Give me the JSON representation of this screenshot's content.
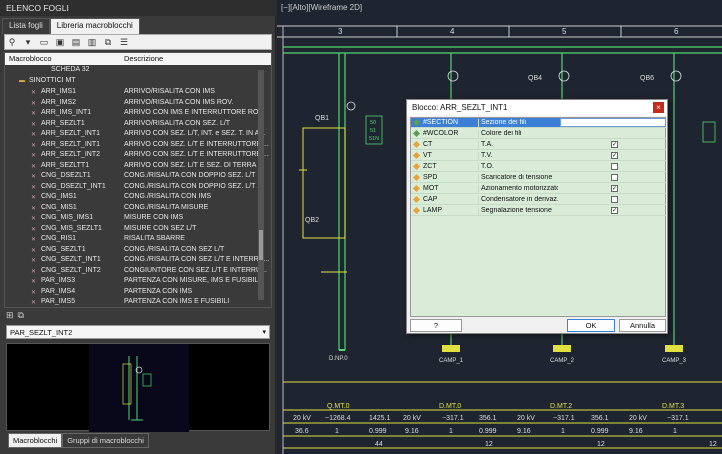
{
  "panel_title": "ELENCO FOGLI",
  "tabs": [
    "Lista fogli",
    "Libreria macroblocchi"
  ],
  "list_headers": {
    "col1": "Macroblocco",
    "col2": "Descrizione"
  },
  "list_rows": [
    {
      "name": "SCHEDA 32",
      "desc": ""
    },
    {
      "name": "SINOTTICI MT",
      "desc": ""
    },
    {
      "name": "ARR_IMS1",
      "desc": "ARRIVO/RISALITA CON IMS"
    },
    {
      "name": "ARR_IMS2",
      "desc": "ARRIVO/RISALITA CON IMS ROV."
    },
    {
      "name": "ARR_IMS_INT1",
      "desc": "ARRIVO CON IMS E INTERRUTTORE ROV."
    },
    {
      "name": "ARR_SEZLT1",
      "desc": "ARRIVO/RISALITA CON SEZ. L/T"
    },
    {
      "name": "ARR_SEZLT_INT1",
      "desc": "ARRIVO CON SEZ. L/T, INT. e SEZ. T. IN A..."
    },
    {
      "name": "ARR_SEZLT_INT1",
      "desc": "ARRIVO CON SEZ. L/T E INTERRUTTORE ..."
    },
    {
      "name": "ARR_SEZLT_INT2",
      "desc": "ARRIVO CON SEZ. L/T E INTERRUTTORE ..."
    },
    {
      "name": "ARR_SEZLTT1",
      "desc": "ARRIVO CON SEZ. L/T E SEZ. DI TERRA"
    },
    {
      "name": "CNG_DSEZLT1",
      "desc": "CONG./RISALITA CON DOPPIO SEZ. L/T"
    },
    {
      "name": "CNG_DSEZLT_INT1",
      "desc": "CONG./RISALITA CON DOPPIO SEZ. L/T ..."
    },
    {
      "name": "CNG_IMS1",
      "desc": "CONG./RISALITA CON IMS"
    },
    {
      "name": "CNG_MIS1",
      "desc": "CONG./RISALITA MISURE"
    },
    {
      "name": "CNG_MIS_IMS1",
      "desc": "MISURE CON IMS"
    },
    {
      "name": "CNG_MIS_SEZLT1",
      "desc": "MISURE CON SEZ L/T"
    },
    {
      "name": "CNG_RIS1",
      "desc": "RISALITA SBARRE"
    },
    {
      "name": "CNG_SEZLT1",
      "desc": "CONG./RISALITA CON SEZ L/T"
    },
    {
      "name": "CNG_SEZLT_INT1",
      "desc": "CONG./RISALITA CON SEZ L/T E INTERRU..."
    },
    {
      "name": "CNG_SEZLT_INT2",
      "desc": "CONGIUNTORE CON SEZ L/T E INTERRU..."
    },
    {
      "name": "PAR_IMS3",
      "desc": "PARTENZA CON MISURE, IMS E FUSIBILI"
    },
    {
      "name": "PAR_IMS4",
      "desc": "PARTENZA CON IMS"
    },
    {
      "name": "PAR_IMS5",
      "desc": "PARTENZA CON IMS E FUSIBILI"
    }
  ],
  "selected_block": "PAR_SEZLT_INT2",
  "bottom_tabs": [
    "Macroblocchi",
    "Gruppi di macroblocchi"
  ],
  "viewport_title": "[−][Alto][Wireframe 2D]",
  "ruler_numbers": [
    "3",
    "4",
    "5",
    "6"
  ],
  "drawing_labels": {
    "qb1": "QB1",
    "qb2": "QB2",
    "qb4": "QB4",
    "qb6": "QB6",
    "dnp": "D.NP.0",
    "camp1": "CAMP_1",
    "camp2": "CAMP_2",
    "camp3": "CAMP_3",
    "t50": "50",
    "t51": "51",
    "t51n": "51N"
  },
  "table_headers": [
    "Q.MT.0",
    "D.MT.0",
    "D.MT.2",
    "D.MT.3"
  ],
  "table_row1": [
    "20 kV",
    "−1268.4",
    "1425.1",
    "20 kV",
    "−317.1",
    "356.1",
    "20 kV",
    "−317.1",
    "356.1",
    "20 kV",
    "−317.1"
  ],
  "table_row2": [
    "36.6",
    "1",
    "0.999",
    "9.16",
    "1",
    "0.999",
    "9.16",
    "1",
    "0.999",
    "9.16",
    "1"
  ],
  "table_row3": [
    "",
    "44",
    "",
    "",
    "12",
    "",
    "",
    "12",
    "",
    "",
    "12"
  ],
  "dialog": {
    "title": "Blocco: ARR_SEZLT_INT1",
    "close": "×",
    "rows": [
      {
        "key": "#SECTION",
        "label": "Sezione dei fili",
        "check": null,
        "type": "g"
      },
      {
        "key": "#WCOLOR",
        "label": "Colore dei fili",
        "check": null,
        "type": "g"
      },
      {
        "key": "CT",
        "label": "T.A.",
        "check": true,
        "type": "o"
      },
      {
        "key": "VT",
        "label": "T.V.",
        "check": true,
        "type": "o"
      },
      {
        "key": "ZCT",
        "label": "T.O.",
        "check": false,
        "type": "o"
      },
      {
        "key": "SPD",
        "label": "Scaricatore di tensione",
        "check": false,
        "type": "o"
      },
      {
        "key": "MOT",
        "label": "Azionamento motorizzato",
        "check": true,
        "type": "o"
      },
      {
        "key": "CAP",
        "label": "Condensatore in derivaz...",
        "check": false,
        "type": "o"
      },
      {
        "key": "LAMP",
        "label": "Segnalazione tensione",
        "check": true,
        "type": "o"
      }
    ],
    "help": "?",
    "ok": "OK",
    "cancel": "Annulla"
  },
  "colors": {
    "accent": "#3c7fd6",
    "cad_green": "#4fd66b",
    "cad_yellow": "#e0e040",
    "cad_bg": "#1f2530"
  }
}
